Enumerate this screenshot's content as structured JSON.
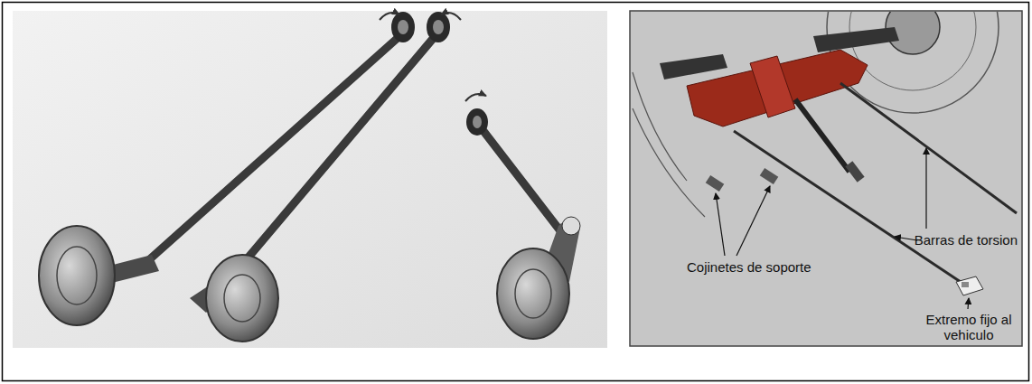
{
  "diagram": {
    "labels": [
      "Barras de torsion",
      "Cojinetes de soporte",
      "Extremo fijo al vehiculo"
    ]
  }
}
